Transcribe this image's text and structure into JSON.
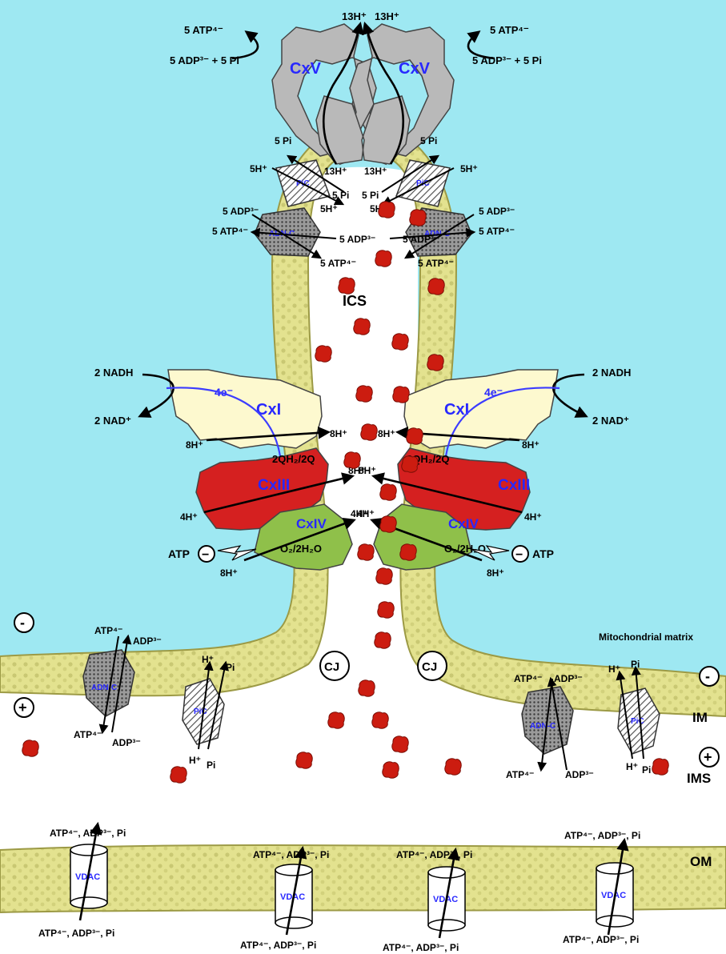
{
  "colors": {
    "matrix": "#9ee8f2",
    "membrane": "#e3e28f",
    "membrane_edge": "#9c9a45",
    "complex_v": "#b9b9b9",
    "complex_i": "#fdf9cf",
    "complex_iii": "#d52020",
    "complex_iv": "#8fc04a",
    "cytochrome_c": "#cc1c10",
    "electron_path": "#3c3cff"
  },
  "regions": {
    "matrix": "Mitochondrial matrix",
    "ics": "ICS",
    "im": "IM",
    "ims": "IMS",
    "om": "OM",
    "cj": "CJ"
  },
  "potential": {
    "minus": "-",
    "plus": "+"
  },
  "atp_synthase": {
    "name": "CxV",
    "atp_out": "5 ATP⁴⁻",
    "adp_in": "5 ADP³⁻ + 5 Pi",
    "proton_top": "13H⁺",
    "proton_ics": "13H⁺"
  },
  "phosphate_carrier": {
    "name": "PiC",
    "pi_matrix": "5 Pi",
    "h_matrix": "5H⁺",
    "pi_ics": "5 Pi",
    "h_ics": "5H⁺"
  },
  "adenine_translocase": {
    "name": "ADN-C",
    "adp_matrix": "5 ADP³⁻",
    "atp_matrix": "5 ATP⁴⁻",
    "adp_ics": "5 ADP³⁻",
    "atp_ics": "5 ATP⁴⁻"
  },
  "complex_i": {
    "name": "CxI",
    "nadh": "2 NADH",
    "nad": "2 NAD⁺",
    "electrons": "4e⁻",
    "proton_matrix": "8H⁺",
    "proton_ics": "8H⁺"
  },
  "quinone": "2QH₂/2Q",
  "complex_iii": {
    "name": "CxIII",
    "proton_ics": "8H⁺",
    "proton_matrix": "4H⁺"
  },
  "complex_iv": {
    "name": "CxIV",
    "proton_ics": "4H⁺",
    "proton_matrix": "8H⁺",
    "reaction": "O₂/2H₂O"
  },
  "atp_inhibition": {
    "atp": "ATP",
    "sign": "−"
  },
  "boundary_carriers": {
    "adn_c": {
      "name": "ADN-C",
      "atp_in": "ATP⁴⁻",
      "adp_in": "ADP³⁻",
      "atp_out": "ATP⁴⁻",
      "adp_out": "ADP³⁻"
    },
    "pic": {
      "name": "PiC",
      "h_top": "H⁺",
      "pi_top": "Pi",
      "h_bottom": "H⁺",
      "pi_bottom": "Pi"
    }
  },
  "vdac": {
    "name": "VDAC",
    "ims_side": "ATP⁴⁻, ADP³⁻, Pi",
    "cyto_side": "ATP⁴⁻, ADP³⁻, Pi"
  }
}
